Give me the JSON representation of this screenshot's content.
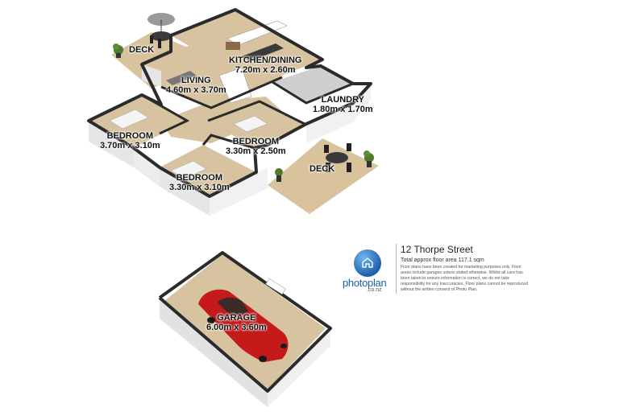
{
  "rooms": {
    "deck_top": {
      "name": "DECK"
    },
    "kitchen": {
      "name": "KITCHEN/DINING",
      "dims": "7.20m x 2.60m"
    },
    "living": {
      "name": "LIVING",
      "dims": "4.60m x 3.70m"
    },
    "laundry": {
      "name": "LAUNDRY",
      "dims": "1.80m x 1.70m"
    },
    "bedroom1": {
      "name": "BEDROOM",
      "dims": "3.70m x 3.10m"
    },
    "bedroom2": {
      "name": "BEDROOM",
      "dims": "3.30m x 2.50m"
    },
    "bedroom3": {
      "name": "BEDROOM",
      "dims": "3.30m x 3.10m"
    },
    "deck_right": {
      "name": "DECK"
    },
    "garage": {
      "name": "GARAGE",
      "dims": "6.00m x 3.60m"
    }
  },
  "brand": {
    "name": "photoplan",
    "domain": ".co.nz"
  },
  "info": {
    "address": "12 Thorpe Street",
    "area": "Total approx floor area 117.1 sqm",
    "disclaimer": "Floor plans have been created for marketing purposes only. Floor areas include garages unless stated otherwise. Whilst all care has been taken to ensure information is correct, we do not take responsibility for any inaccuracies. Floor plans cannot be reproduced without the written consent of Photo Plan."
  },
  "colors": {
    "wall_top": "#2b2b2b",
    "wall_side": "#e6e6e6",
    "floor_timber": "#d7c3a0",
    "floor_tile": "#cfcfcf",
    "deck": "#d9c39d",
    "car": "#c41a1a",
    "brand_blue": "#1f5fa8"
  }
}
